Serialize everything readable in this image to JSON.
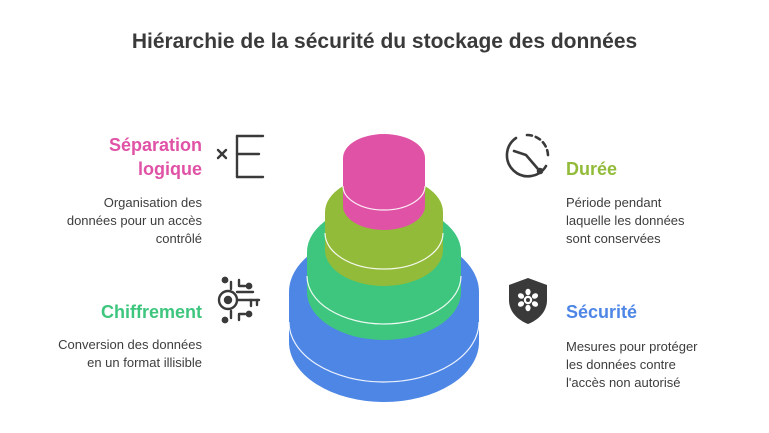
{
  "title": "Hiérarchie de la sécurité du stockage des données",
  "colors": {
    "pink": "#E052A6",
    "lime": "#93BB3A",
    "green": "#3EC67E",
    "blue": "#4E86E6",
    "icon": "#3a3a3a"
  },
  "items": [
    {
      "heading_lines": [
        "Séparation",
        "logique"
      ],
      "desc_lines": [
        "Organisation des",
        "données pour un accès",
        "contrôlé"
      ],
      "icon": "logical-separation-icon"
    },
    {
      "heading_lines": [
        "Durée"
      ],
      "desc_lines": [
        "Période pendant",
        "laquelle les données",
        "sont conservées"
      ],
      "icon": "duration-clock-icon"
    },
    {
      "heading_lines": [
        "Chiffrement"
      ],
      "desc_lines": [
        "Conversion des données",
        "en un format illisible"
      ],
      "icon": "encryption-key-icon"
    },
    {
      "heading_lines": [
        "Sécurité"
      ],
      "desc_lines": [
        "Mesures pour protéger",
        "les données contre",
        "l'accès non autorisé"
      ],
      "icon": "security-shield-icon"
    }
  ]
}
